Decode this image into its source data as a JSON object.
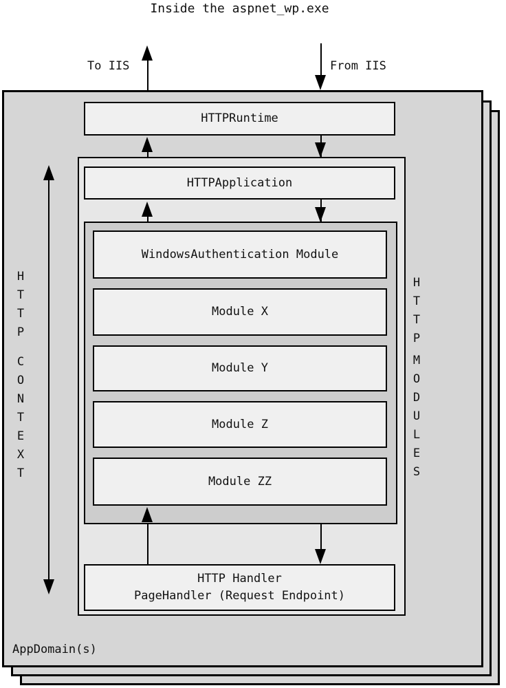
{
  "title": "Inside the aspnet_wp.exe",
  "labels": {
    "to_iis": "To IIS",
    "from_iis": "From IIS",
    "appdomain": "AppDomain(s)",
    "left_word1": "HTTP",
    "left_word2": "CONTEXT",
    "right_word1": "HTTP",
    "right_word2": "MODULES"
  },
  "boxes": {
    "runtime": "HTTPRuntime",
    "application": "HTTPApplication",
    "handler_line1": "HTTP Handler",
    "handler_line2": "PageHandler (Request Endpoint)"
  },
  "modules": [
    {
      "label": "WindowsAuthentication Module"
    },
    {
      "label": "Module X"
    },
    {
      "label": "Module Y"
    },
    {
      "label": "Module Z"
    },
    {
      "label": "Module ZZ"
    }
  ],
  "colors": {
    "page_fill": "#d6d6d6",
    "inner_container_fill": "#e7e7e7",
    "modules_container_fill": "#cdcdcd",
    "box_fill": "#f0f0f0",
    "border": "#000000",
    "text": "#111111"
  }
}
